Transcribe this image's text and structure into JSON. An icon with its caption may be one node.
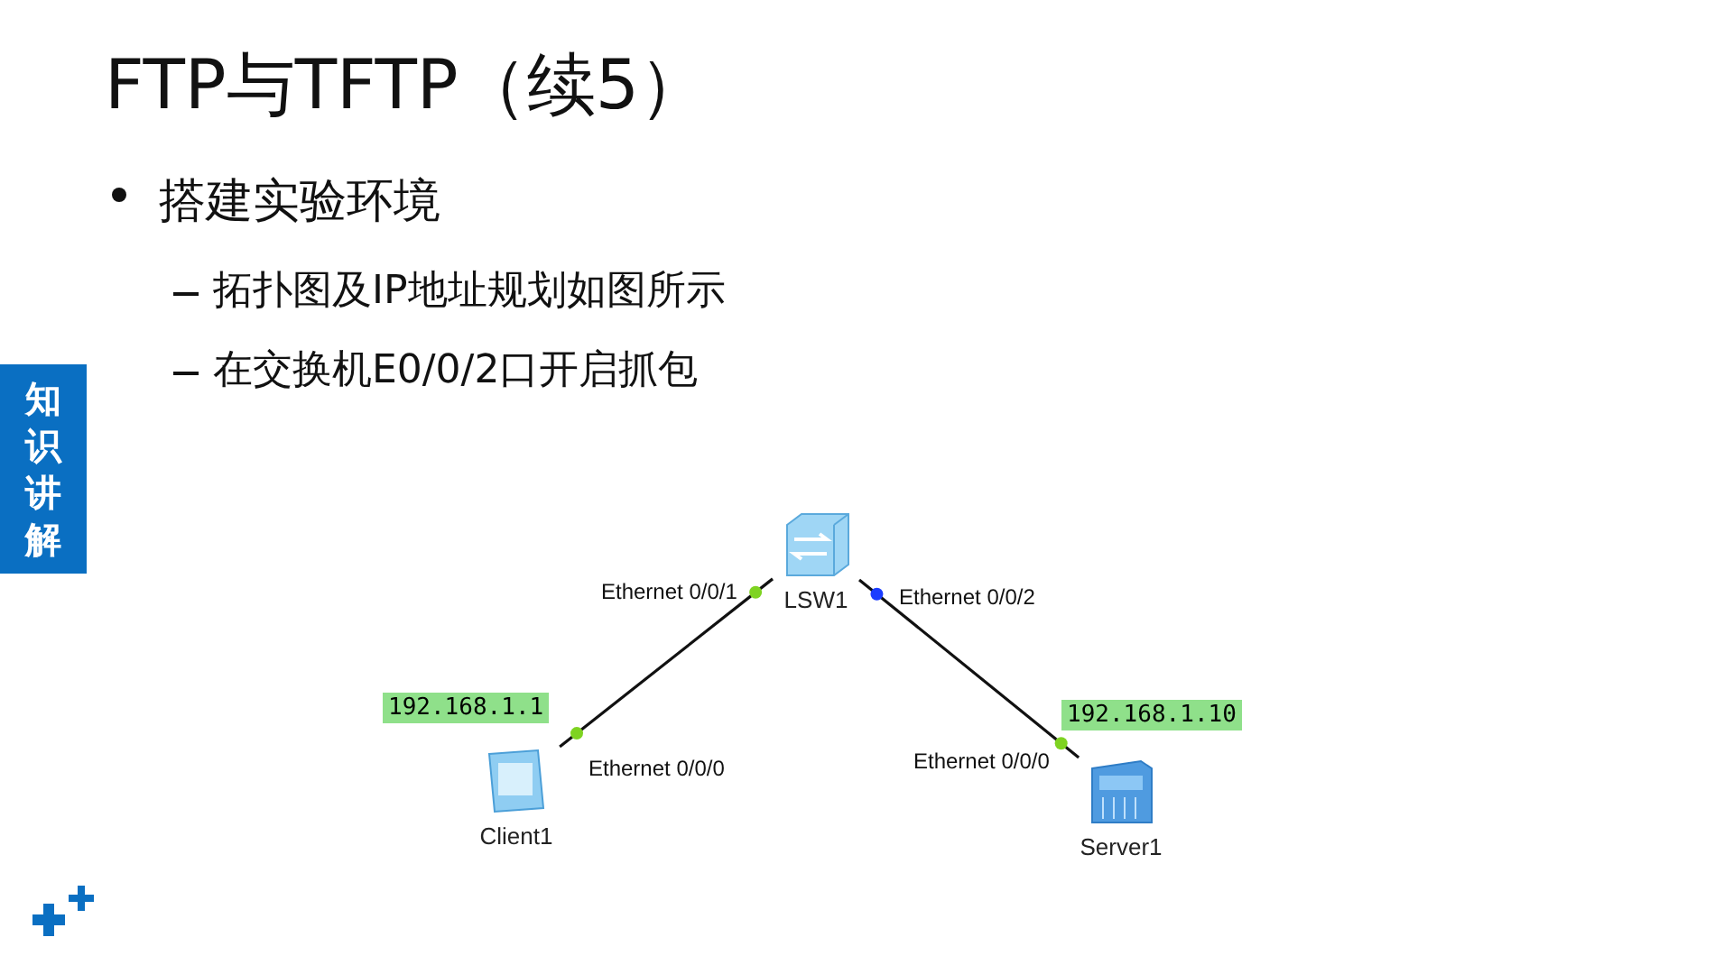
{
  "diagram": {
    "title": "FTP与TFTP（续5）",
    "nodes": [
      {
        "text": [
          "LSW1"
        ]
      },
      {
        "text": [
          "Client1"
        ],
        "beside": [
          "192.168.1.1"
        ]
      },
      {
        "text": [
          "Server1"
        ],
        "beside": [
          "192.168.1.10"
        ]
      }
    ],
    "edges": [
      {
        "from": 1,
        "to": 0,
        "arrow": "none"
      },
      {
        "from": 0,
        "to": 2,
        "arrow": "none"
      }
    ],
    "labels": [
      "搭建实验环境",
      "拓扑图及IP地址规划如图所示",
      "在交换机E0/0/2口开启抓包",
      "知识讲解",
      "Ethernet 0/0/1",
      "Ethernet 0/0/2",
      "Ethernet 0/0/0",
      "Ethernet 0/0/0"
    ]
  }
}
